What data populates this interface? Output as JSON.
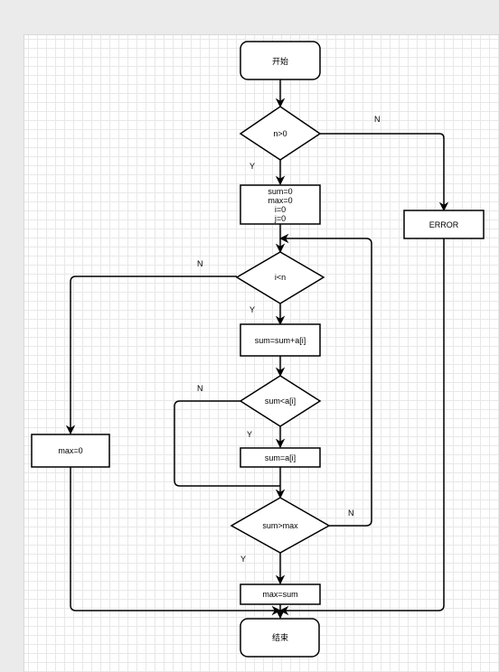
{
  "diagram": {
    "nodes": {
      "start": "开始",
      "cond_n": "n>0",
      "init": [
        "sum=0",
        "max=0",
        "i=0",
        "j=0"
      ],
      "error": "ERROR",
      "cond_i": "i<n",
      "sum_add": "sum=sum+a[i]",
      "cond_sum_lt": "sum<a[i]",
      "sum_set": "sum=a[i]",
      "max_zero": "max=0",
      "cond_sum_gt": "sum>max",
      "max_set": "max=sum",
      "end": "结束"
    },
    "labels": {
      "n_yes": "Y",
      "n_no": "N",
      "i_yes": "Y",
      "i_no": "N",
      "lt_yes": "Y",
      "lt_no": "N",
      "gt_yes": "Y",
      "gt_no": "N"
    }
  }
}
